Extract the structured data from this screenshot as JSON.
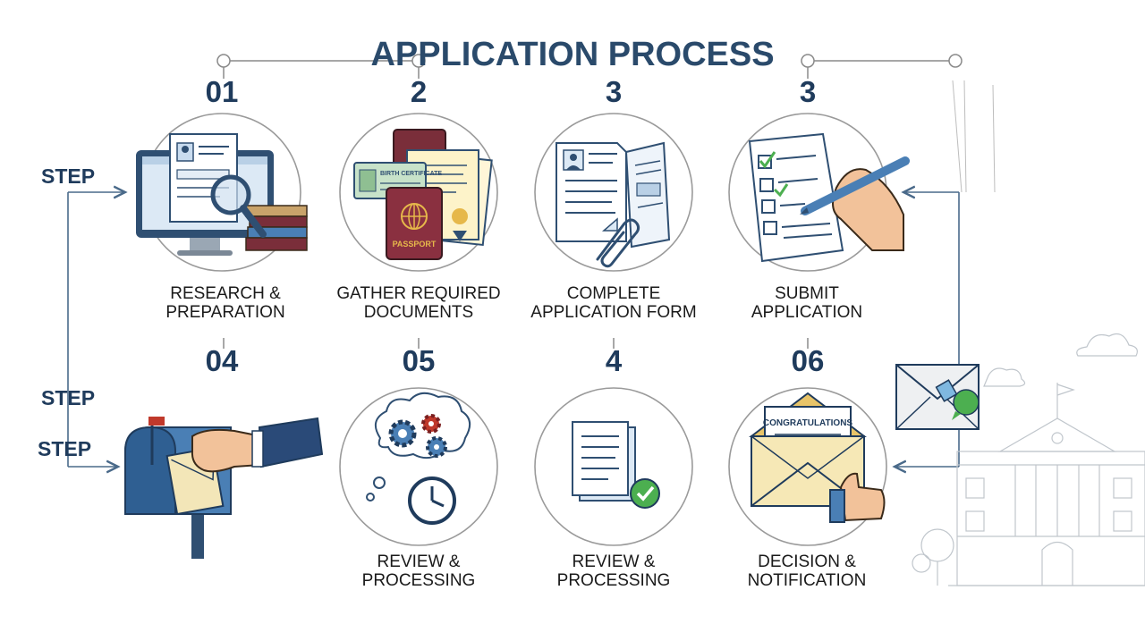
{
  "title": "APPLICATION PROCESS",
  "side_labels": [
    "STEP",
    "STEP",
    "STEP"
  ],
  "steps": [
    {
      "number": "01",
      "caption_line1": "RESEARCH &",
      "caption_line2": "PREPARATION",
      "icon": "computer-magnifier-icon"
    },
    {
      "number": "2",
      "caption_line1": "GATHER REQUIRED",
      "caption_line2": "DOCUMENTS",
      "icon": "passport-documents-icon"
    },
    {
      "number": "3",
      "caption_line1": "COMPLETE",
      "caption_line2": "APPLICATION FORM",
      "icon": "form-paperclip-icon"
    },
    {
      "number": "3",
      "caption_line1": "SUBMIT",
      "caption_line2": "APPLICATION",
      "icon": "checklist-pen-icon"
    },
    {
      "number": "04",
      "caption_line1": "",
      "caption_line2": "",
      "icon": "mailbox-hand-icon"
    },
    {
      "number": "05",
      "caption_line1": "REVIEW &",
      "caption_line2": "PROCESSING",
      "icon": "gears-clock-icon"
    },
    {
      "number": "4",
      "caption_line1": "REVIEW &",
      "caption_line2": "PROCESSING",
      "icon": "document-check-icon"
    },
    {
      "number": "06",
      "caption_line1": "DECISION &",
      "caption_line2": "NOTIFICATION",
      "icon": "congrats-envelope-icon"
    }
  ],
  "icon_text": {
    "passport": "PASSPORT",
    "id_card": "BIRTH CERTIFICATE",
    "letter": "CONGRATULATIONS"
  },
  "colors": {
    "navy": "#1f3b5c",
    "blue": "#4a7fb5",
    "light_blue": "#dce9f5",
    "maroon": "#7a2e3a",
    "cream": "#f3e6b8",
    "green": "#4caf50",
    "skin": "#f2c29a"
  }
}
